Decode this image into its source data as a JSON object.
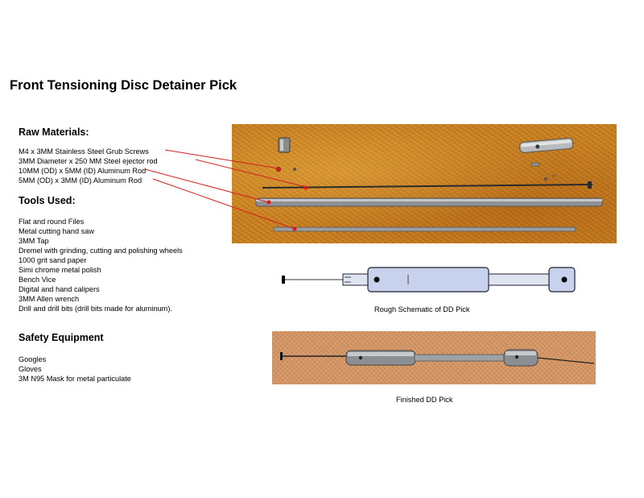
{
  "title": "Front Tensioning Disc Detainer Pick",
  "raw_materials": {
    "heading": "Raw Materials:",
    "items": [
      "M4 x 3MM Stainless Steel Grub Screws",
      "3MM Diameter x 250 MM Steel ejector rod",
      "10MM (OD) x 5MM (ID) Aluminum Rod",
      "5MM (OD) x 3MM (ID) Aluminum Rod"
    ]
  },
  "tools": {
    "heading": "Tools Used:",
    "items": [
      "Flat and round Files",
      "Metal cutting hand saw",
      "3MM Tap",
      "Dremel with grinding, cutting and polishing wheels",
      "1000 grit sand paper",
      "Simi chrome metal polish",
      "Bench Vice",
      "Digital and hand calipers",
      "3MM Allen wrench",
      "Drill and drill bits (drill bits made for aluminum)."
    ]
  },
  "safety": {
    "heading": "Safety Equipment",
    "items": [
      "Googles",
      "Gloves",
      "3M N95 Mask for metal particulate"
    ]
  },
  "captions": {
    "schematic": "Rough Schematic of DD Pick",
    "finished": "Finished DD Pick"
  },
  "colors": {
    "pointer_line": "#d21f1f",
    "schematic_fill": "#c9d2ec",
    "photo_background": "#c9801f"
  }
}
